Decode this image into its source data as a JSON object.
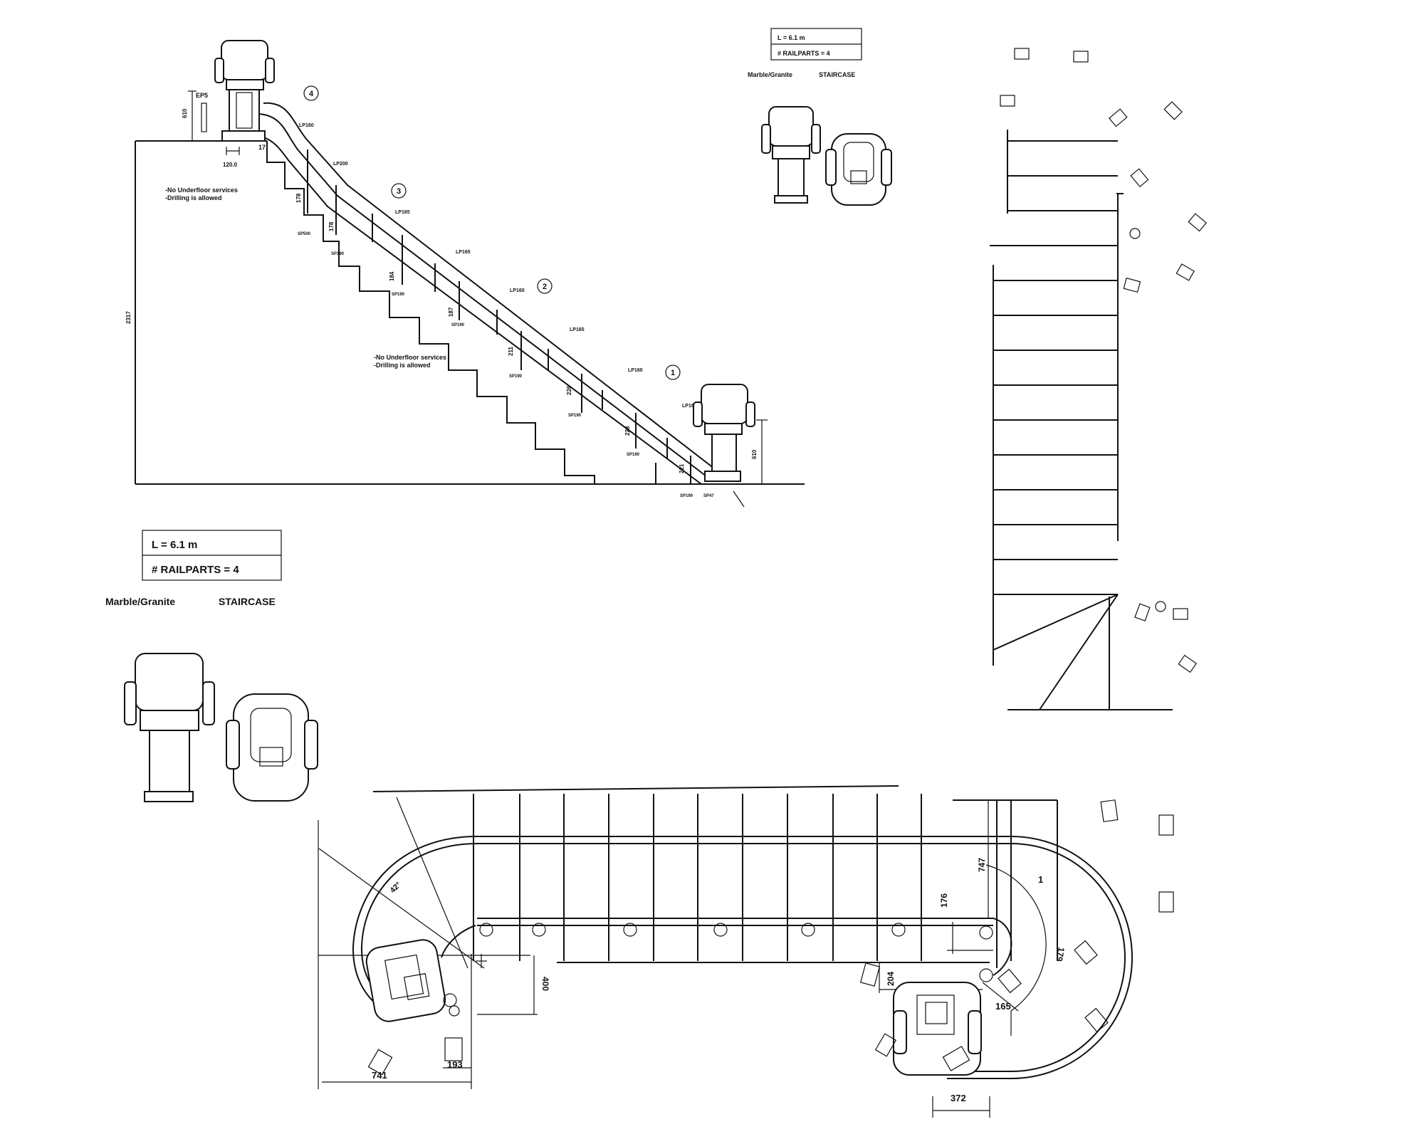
{
  "spec": {
    "length_label": "L = 6.1 m",
    "railparts_label": "# RAILPARTS = 4",
    "material_label": "Marble/Granite",
    "type_label": "STAIRCASE"
  },
  "elevation": {
    "ep_label": "EP5",
    "top_height": "610",
    "offset_120": "120.0",
    "seventeen": "17",
    "total_height": "2317",
    "bottom_height": "610",
    "note_1": "-No Underfloor services",
    "note_2": "-Drilling is allowed",
    "rail_markers": [
      "1",
      "2",
      "3",
      "4"
    ],
    "post_labels": [
      "LP160",
      "LP200",
      "LP165",
      "LP165",
      "LP160",
      "LP165",
      "LP160",
      "LP160"
    ],
    "post_heights": [
      "178",
      "178",
      "184",
      "187",
      "211",
      "226",
      "228",
      "221"
    ],
    "post_bases": [
      "SP500",
      "SP190",
      "SP190",
      "SP190",
      "SP190",
      "SP190",
      "SP190",
      "SP190"
    ],
    "end_base": "SP47"
  },
  "plan": {
    "dims": {
      "d741": "741",
      "d193": "193",
      "d400": "400",
      "d176": "176",
      "d747": "747",
      "d179": "179",
      "d204": "204",
      "d165": "165",
      "d372": "372",
      "rail_one": "1",
      "angle": "42°"
    }
  }
}
